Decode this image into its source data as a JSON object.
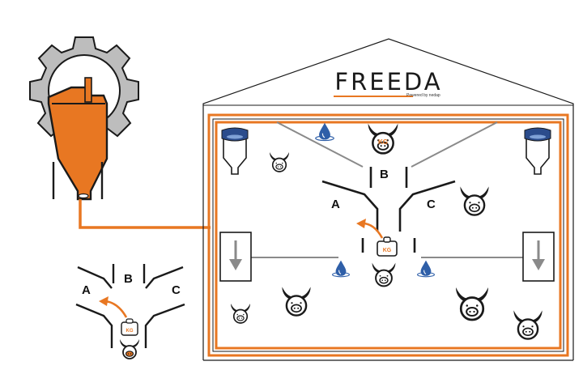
{
  "brand": {
    "name": "FREEDA",
    "tagline": "Powered by nedap"
  },
  "labels": {
    "pen_a": "A",
    "pen_b": "B",
    "pen_c": "C",
    "weight": "KG"
  },
  "colors": {
    "accent": "#e87722",
    "gear": "#bdbdbd",
    "dark": "#1a1a1a",
    "water": "#2f5fa8",
    "station_cap": "#2b4c8c",
    "line_gray": "#8a8a8a"
  },
  "icons": [
    "gear-icon",
    "feed-silo-icon",
    "feeding-station-icon",
    "water-drop-icon",
    "pig-head-icon",
    "weighing-scale-icon",
    "down-arrow-icon",
    "direction-arrow-icon"
  ]
}
